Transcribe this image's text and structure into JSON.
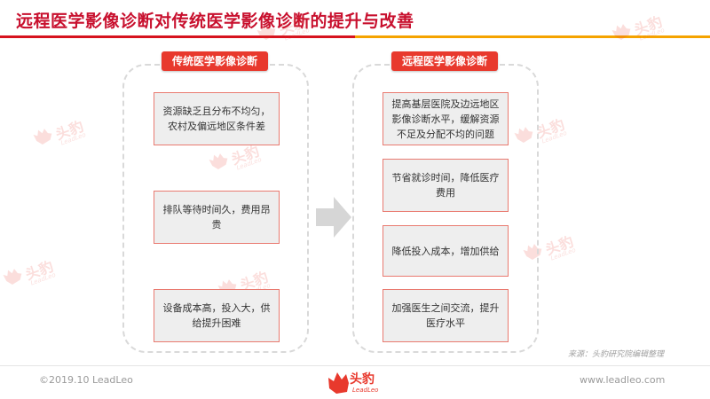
{
  "slide": {
    "title": "远程医学影像诊断对传统医学影像诊断的提升与改善",
    "left_panel": {
      "header": "传统医学影像诊断",
      "cards": [
        "资源缺乏且分布不均匀，农村及偏远地区条件差",
        "排队等待时间久，费用昂贵",
        "设备成本高，投入大，供给提升困难"
      ]
    },
    "right_panel": {
      "header": "远程医学影像诊断",
      "cards": [
        "提高基层医院及边远地区影像诊断水平，缓解资源不足及分配不均的问题",
        "节省就诊时间，降低医疗费用",
        "降低投入成本，增加供给",
        "加强医生之间交流，提升医疗水平"
      ]
    },
    "source": "来源：头豹研究院编辑整理"
  },
  "footer": {
    "copyright": "©2019.10 LeadLeo",
    "website": "www.leadleo.com",
    "logo_name": "头豹",
    "logo_sub": "LeadLeo"
  },
  "watermark": {
    "name": "头豹",
    "sub": "LeadLeo"
  },
  "colors": {
    "title": "#c8102e",
    "accent_red": "#e8392d",
    "rule_red": "#d7131e",
    "rule_orange": "#f5a300",
    "card_bg": "#eeeeee",
    "card_border": "#e97a70"
  },
  "icons": {
    "brand_logo": "leopard-head-icon",
    "transition_arrow": "arrow-right-icon"
  }
}
